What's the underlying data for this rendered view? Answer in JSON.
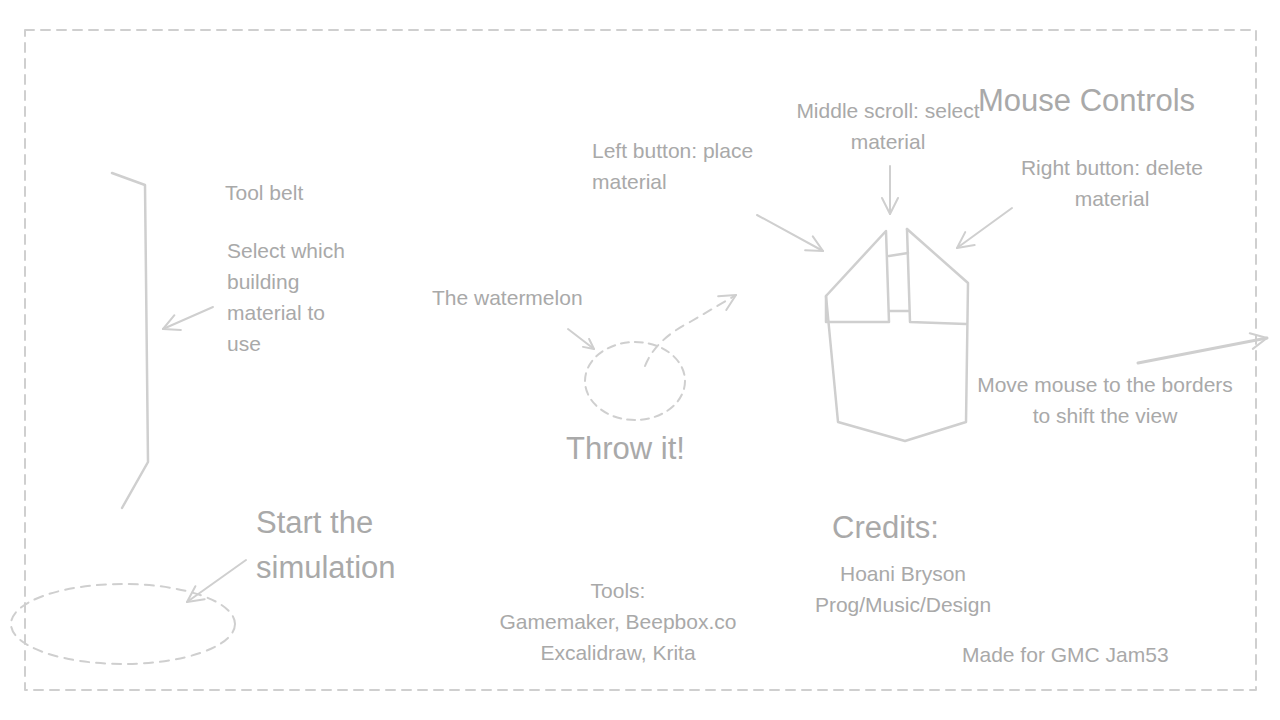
{
  "diagram": {
    "labels": [
      "Mouse Controls",
      "Middle scroll: select material",
      "Left button: place material",
      "Right button: delete material",
      "Tool belt",
      "Select which building material to use",
      "The watermelon",
      "Throw it!",
      "Move mouse to the borders to shift the view",
      "Start the simulation",
      "Credits:",
      "Tools:",
      "Gamemaker, Beepbox.co Excalidraw, Krita",
      "Hoani Bryson",
      "Prog/Music/Design",
      "Made for GMC Jam53"
    ]
  }
}
